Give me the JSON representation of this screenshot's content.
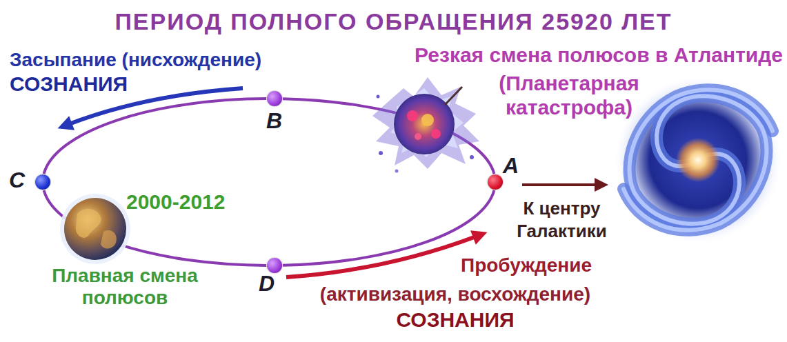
{
  "diagram": {
    "title": "ПЕРИОД ПОЛНОГО ОБРАЩЕНИЯ 25920 ЛЕТ",
    "nodes": [
      {
        "text": [
          "A"
        ]
      },
      {
        "text": [
          "B"
        ]
      },
      {
        "text": [
          "C"
        ]
      },
      {
        "text": [
          "D"
        ]
      }
    ],
    "edges": [
      {
        "from": 0,
        "to": 1,
        "arrow": "none"
      },
      {
        "from": 1,
        "to": 2,
        "arrow": "none"
      },
      {
        "from": 2,
        "to": 3,
        "arrow": "none"
      },
      {
        "from": 3,
        "to": 0,
        "arrow": "none"
      }
    ],
    "labels": [
      "Засыпание (нисхождение)",
      "СОЗНАНИЯ",
      "Резкая смена полюсов в Атлантиде",
      "(Планетарная катастрофа)",
      "2000-2012",
      "Плавная смена полюсов",
      "К центру Галактики",
      "Пробуждение",
      "(активизация, восхождение)",
      "СОЗНАНИЯ"
    ]
  }
}
